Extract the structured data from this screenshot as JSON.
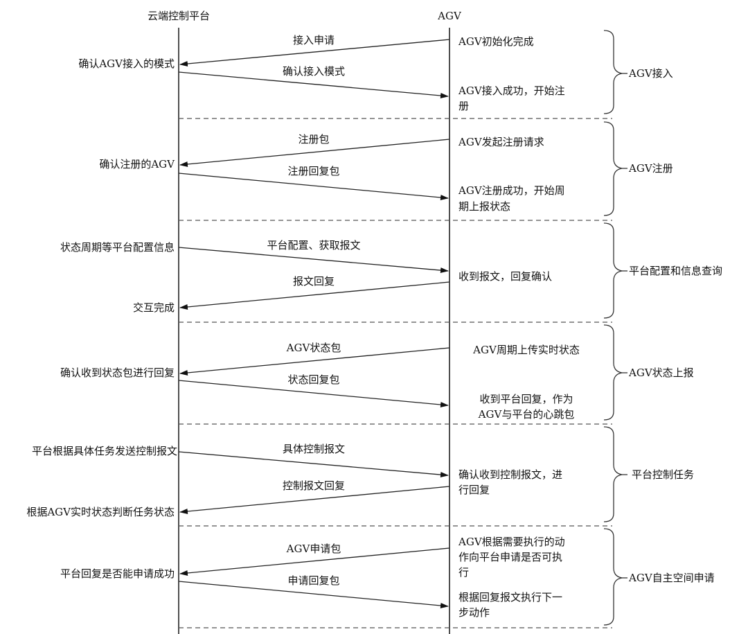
{
  "participants": {
    "platform": "云端控制平台",
    "agv": "AGV"
  },
  "phases": [
    {
      "label": "AGV接入",
      "left_notes": [
        "确认AGV接入的模式"
      ],
      "right_notes": [
        [
          "AGV初始化完成"
        ],
        [
          "AGV接入成功，开始注",
          "册"
        ]
      ],
      "messages": [
        {
          "label": "接入申请",
          "direction": "agv-to-platform"
        },
        {
          "label": "确认接入模式",
          "direction": "platform-to-agv"
        }
      ]
    },
    {
      "label": "AGV注册",
      "left_notes": [
        "确认注册的AGV"
      ],
      "right_notes": [
        [
          "AGV发起注册请求"
        ],
        [
          "AGV注册成功，开始周",
          "期上报状态"
        ]
      ],
      "messages": [
        {
          "label": "注册包",
          "direction": "agv-to-platform"
        },
        {
          "label": "注册回复包",
          "direction": "platform-to-agv"
        }
      ]
    },
    {
      "label": "平台配置和信息查询",
      "left_notes": [
        "状态周期等平台配置信息",
        "交互完成"
      ],
      "right_notes": [
        [
          "收到报文，回复确认"
        ]
      ],
      "messages": [
        {
          "label": "平台配置、获取报文",
          "direction": "platform-to-agv"
        },
        {
          "label": "报文回复",
          "direction": "agv-to-platform"
        }
      ]
    },
    {
      "label": "AGV状态上报",
      "left_notes": [
        "确认收到状态包进行回复"
      ],
      "right_notes": [
        [
          "AGV周期上传实时状态"
        ],
        [
          "收到平台回复，作为",
          "AGV与平台的心跳包"
        ]
      ],
      "messages": [
        {
          "label": "AGV状态包",
          "direction": "agv-to-platform"
        },
        {
          "label": "状态回复包",
          "direction": "platform-to-agv"
        }
      ]
    },
    {
      "label": "平台控制任务",
      "left_notes": [
        "平台根据具体任务发送控制报文",
        "根据AGV实时状态判断任务状态"
      ],
      "right_notes": [
        [
          "确认收到控制报文，进",
          "行回复"
        ]
      ],
      "messages": [
        {
          "label": "具体控制报文",
          "direction": "platform-to-agv"
        },
        {
          "label": "控制报文回复",
          "direction": "agv-to-platform"
        }
      ]
    },
    {
      "label": "AGV自主空间申请",
      "left_notes": [
        "平台回复是否能申请成功"
      ],
      "right_notes": [
        [
          "AGV根据需要执行的动",
          "作向平台申请是否可执",
          "行"
        ],
        [
          "根据回复报文执行下一",
          "步动作"
        ]
      ],
      "messages": [
        {
          "label": "AGV申请包",
          "direction": "agv-to-platform"
        },
        {
          "label": "申请回复包",
          "direction": "platform-to-agv"
        }
      ]
    }
  ]
}
